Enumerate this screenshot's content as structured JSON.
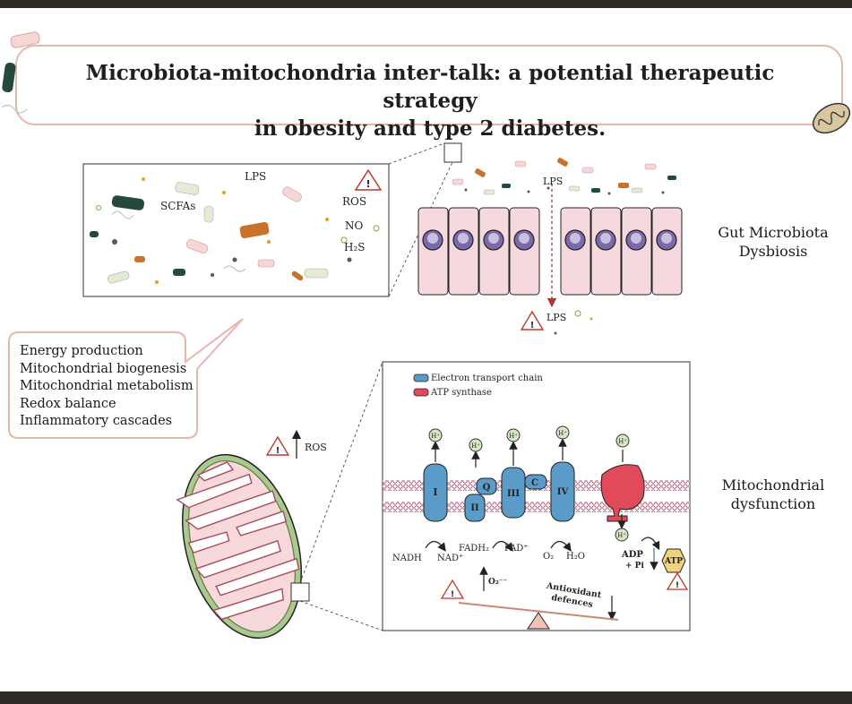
{
  "title_line1": "Microbiota-mitochondria inter-talk: a potential therapeutic strategy",
  "title_line2": "in obesity and type 2 diabetes.",
  "gut_label_line1": "Gut Microbiota",
  "gut_label_line2": "Dysbiosis",
  "mito_label_line1": "Mitochondrial",
  "mito_label_line2": "dysfunction",
  "microbiota_panel": {
    "scfas": "SCFAs",
    "lps": "LPS",
    "ros": "ROS",
    "no": "NO",
    "h2s": "H₂S"
  },
  "epithelium": {
    "lps_top": "LPS",
    "lps_bottom": "LPS"
  },
  "effects": [
    "Energy production",
    "Mitochondrial biogenesis",
    "Mitochondrial metabolism",
    "Redox balance",
    "Inflammatory cascades"
  ],
  "mito_ros": "ROS",
  "etc_panel": {
    "legend_etc": "Electron transport chain",
    "legend_atp_synthase": "ATP synthase",
    "proton": "H⁺",
    "complex_I": "I",
    "complex_II": "II",
    "complex_III": "III",
    "complex_IV": "IV",
    "q": "Q",
    "c": "C",
    "fadh2": "FADH₂",
    "fad": "FAD⁺",
    "nadh": "NADH",
    "nad": "NAD⁺",
    "o2": "O₂",
    "h2o": "H₂O",
    "adp": "ADP",
    "pi": "+ Pi",
    "atp": "ATP",
    "superoxide": "O₂⁻⁻",
    "antioxidant_line1": "Antioxidant",
    "antioxidant_line2": "defences"
  },
  "colors": {
    "frame": "#2e2a25",
    "title_border": "#e8b5ad",
    "complex_blue": "#5a9cc7",
    "atp_synthase_red": "#e04a5a",
    "cell_pink": "#f6d9de",
    "mito_green": "#a9c98f",
    "atp_hex": "#f2d27a",
    "seesaw": "#f3c2b4"
  }
}
